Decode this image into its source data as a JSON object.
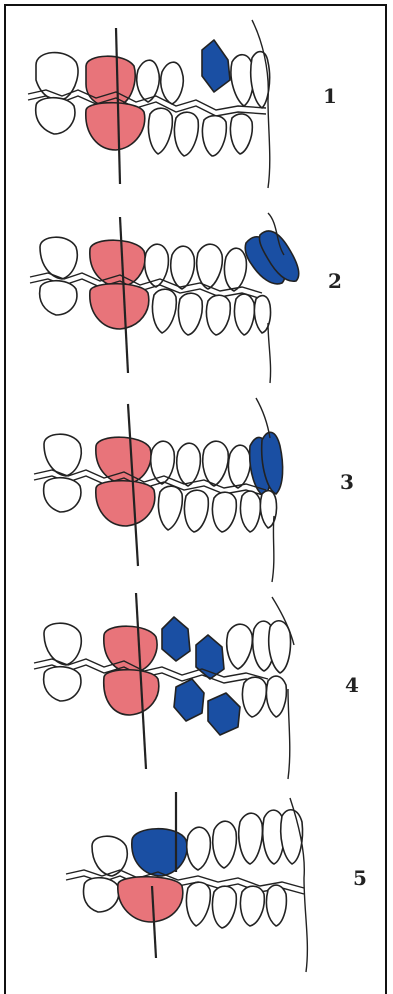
{
  "colors": {
    "background": "#ffffff",
    "outline": "#222222",
    "tooth_fill": "#ffffff",
    "molar_highlight": "#e8747a",
    "highlight_blue": "#1a4fa3"
  },
  "panels": [
    {
      "number": "1"
    },
    {
      "number": "2"
    },
    {
      "number": "3"
    },
    {
      "number": "4"
    },
    {
      "number": "5"
    }
  ]
}
